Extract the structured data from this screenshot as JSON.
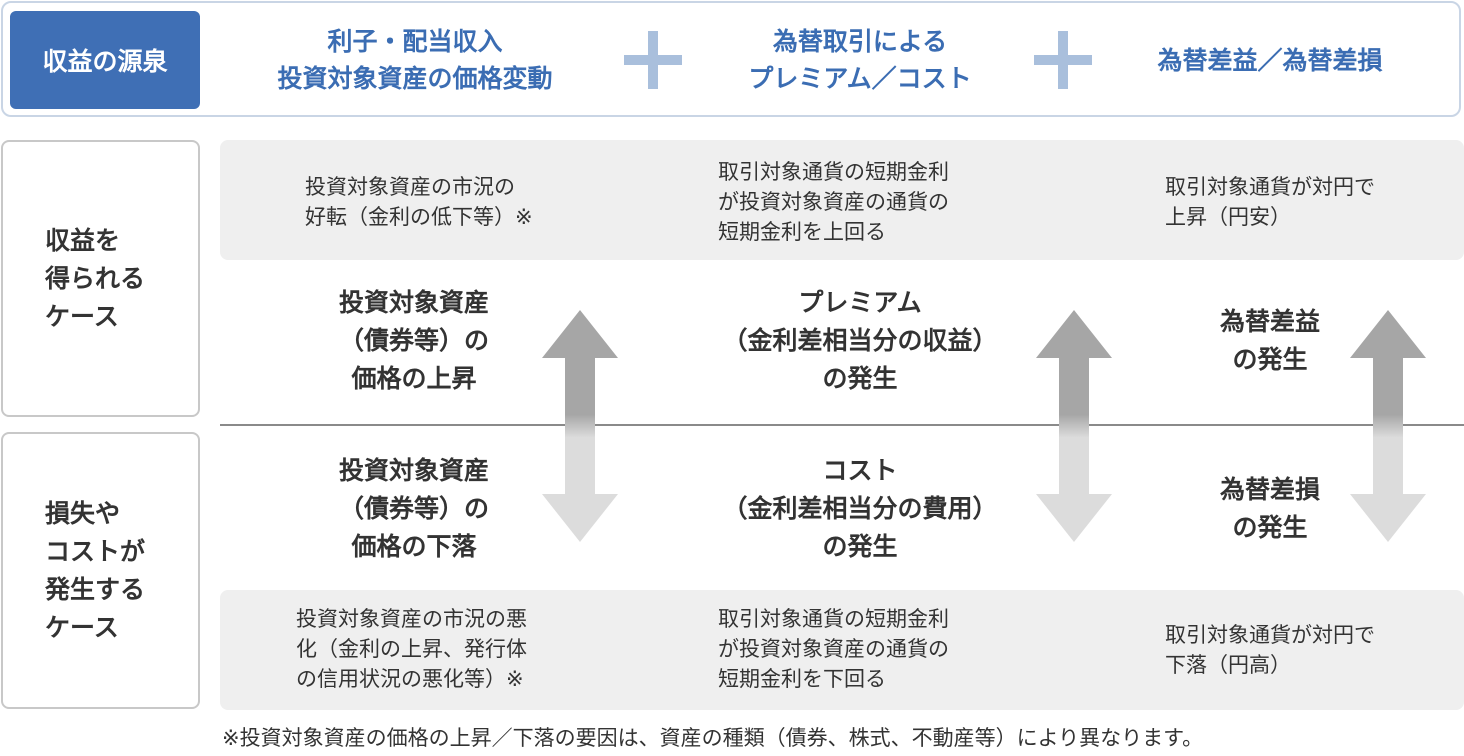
{
  "header": {
    "badge_label": "収益の源泉",
    "sources": [
      [
        "利子・配当収入",
        "投資対象資産の価格変動"
      ],
      [
        "為替取引による",
        "プレミアム／コスト"
      ],
      [
        "為替差益／為替差損"
      ]
    ]
  },
  "cases": {
    "gain_label": "収益を\n得られる\nケース",
    "loss_label": "損失や\nコストが\n発生する\nケース"
  },
  "gain_conditions": [
    "投資対象資産の市況の\n好転（金利の低下等）※",
    "取引対象通貨の短期金利\nが投資対象資産の通貨の\n短期金利を上回る",
    "取引対象通貨が対円で\n上昇（円安）"
  ],
  "gain_outcomes": [
    "投資対象資産\n（債券等）の\n価格の上昇",
    "プレミアム\n（金利差相当分の収益）\nの発生",
    "為替差益\nの発生"
  ],
  "loss_outcomes": [
    "投資対象資産\n（債券等）の\n価格の下落",
    "コスト\n（金利差相当分の費用）\nの発生",
    "為替差損\nの発生"
  ],
  "loss_conditions": [
    "投資対象資産の市況の悪\n化（金利の上昇、発行体\nの信用状況の悪化等）※",
    "取引対象通貨の短期金利\nが投資対象資産の通貨の\n短期金利を下回る",
    "取引対象通貨が対円で\n下落（円高）"
  ],
  "footnote": "※投資対象資産の価格の上昇／下落の要因は、資産の種類（債券、株式、不動産等）により異なります。",
  "colors": {
    "accent": "#3f6fb5",
    "accent_text": "#3b6db3",
    "plus": "#a9bfdc",
    "arrow_up": "#a6a6a6",
    "arrow_down": "#dcdcdc"
  }
}
